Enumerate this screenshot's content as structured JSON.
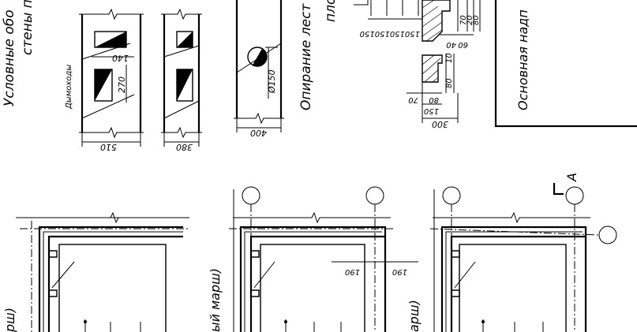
{
  "drawing": {
    "title_block_label": "Основная надп",
    "conventions_title_1": "Условные обо",
    "conventions_title_2": "стены п",
    "chimney_label": "Дымоходы",
    "stair_support_label": "Опирание лест",
    "stair_support_label_2": "пло",
    "section_marker": "А",
    "partial_label_left": "рш)",
    "partial_label_mid": "ый марш)",
    "partial_label_right": "арш)"
  },
  "dimensions": {
    "d510": "510",
    "d380": "380",
    "d400": "400",
    "d140": "140",
    "d270": "270",
    "d150_diam": "Ø150",
    "d150_series": "150150150150",
    "d40": "40",
    "d60": "60",
    "d20": "20",
    "d80_a": "80",
    "d70_a": "70",
    "d10": "10",
    "d80_b": "80",
    "d70_b": "70",
    "d80_c": "80",
    "d150": "150",
    "d300": "300",
    "d190_a": "190",
    "d190_b": "190"
  },
  "colors": {
    "ink": "#000000",
    "paper": "#ffffff"
  }
}
